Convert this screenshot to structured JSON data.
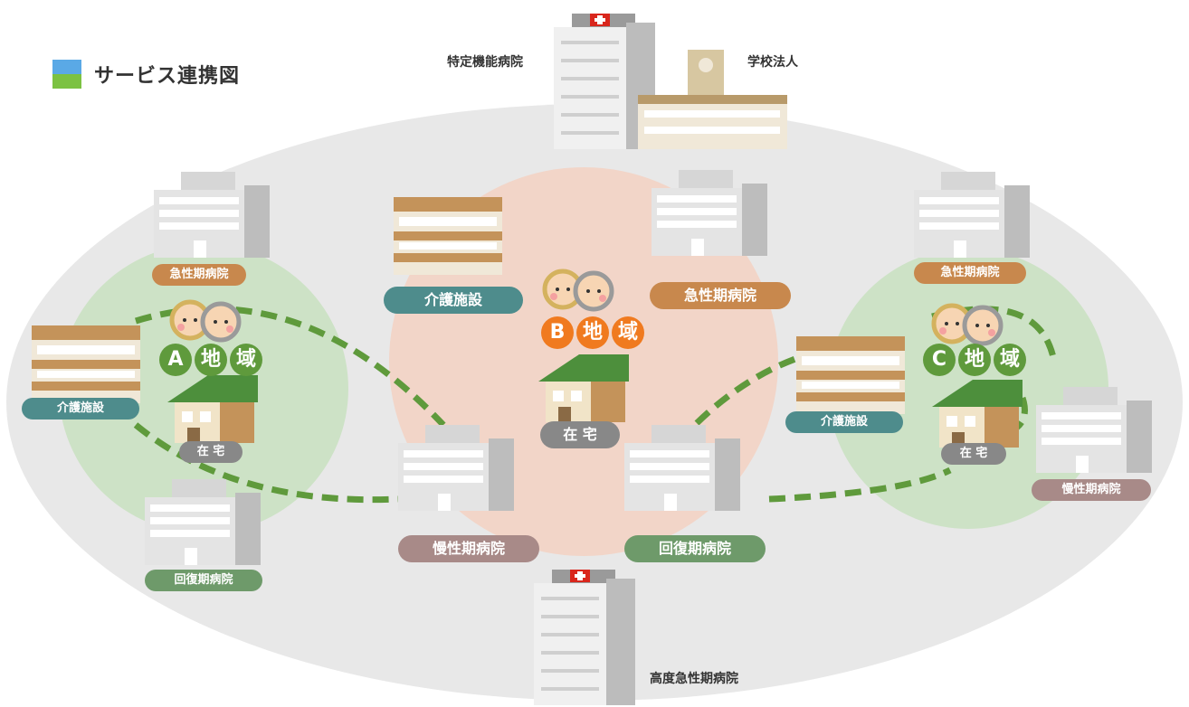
{
  "title": "サービス連携図",
  "external": {
    "tokutei": "特定機能病院",
    "gakko": "学校法人",
    "kodo": "高度急性期病院"
  },
  "region_a": {
    "letter": "A",
    "chars": [
      "地",
      "域"
    ],
    "kyusei": "急性期病院",
    "kaigo": "介護施設",
    "zaitaku": "在 宅",
    "kaifuku": "回復期病院"
  },
  "region_b": {
    "letter": "B",
    "chars": [
      "地",
      "域"
    ],
    "kaigo": "介護施設",
    "kyusei": "急性期病院",
    "zaitaku": "在 宅",
    "mansei": "慢性期病院",
    "kaifuku": "回復期病院"
  },
  "region_c": {
    "letter": "C",
    "chars": [
      "地",
      "域"
    ],
    "kyusei": "急性期病院",
    "kaigo": "介護施設",
    "zaitaku": "在 宅",
    "mansei": "慢性期病院"
  },
  "colors": {
    "outer": "#e9e9e9",
    "green_region": "#cfe3c9",
    "pink_region": "#f3d7cc",
    "dash": "#5f9a3c",
    "badge_green": "#5f9a3c",
    "badge_orange": "#f07a1f"
  }
}
